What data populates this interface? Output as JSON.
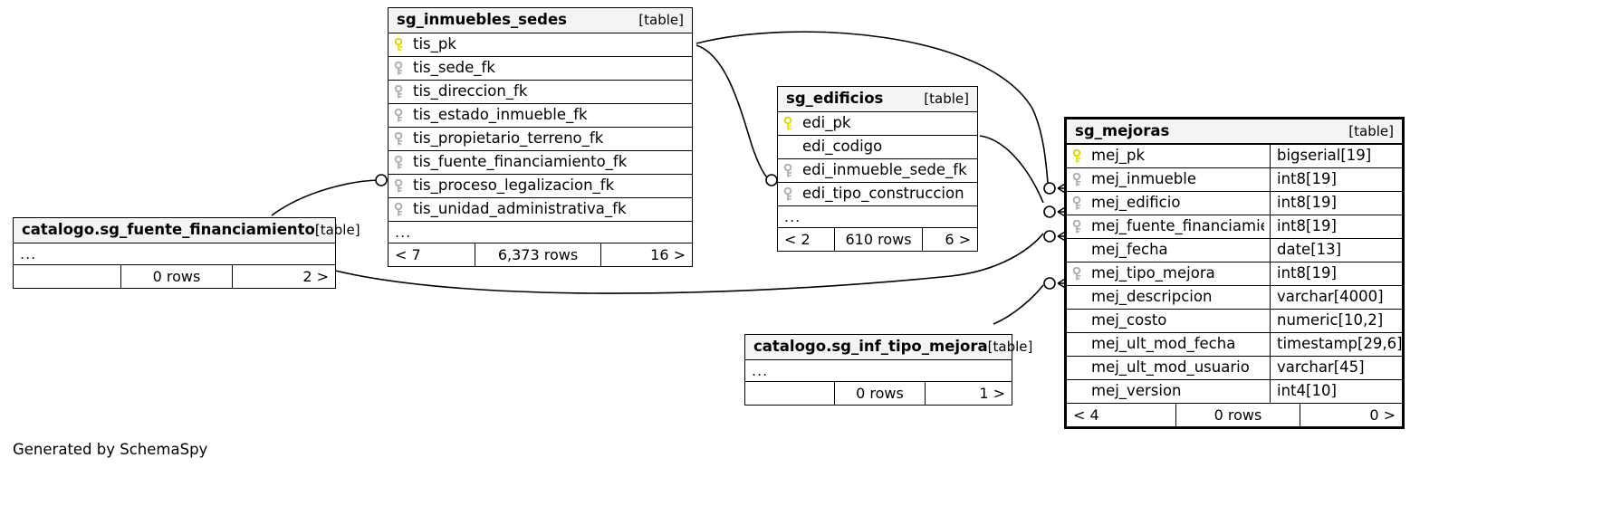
{
  "diagram": {
    "generator_credit": "Generated by SchemaSpy",
    "table_tag": "[table]",
    "ellipsis": "...",
    "colors": {
      "primary_key_icon": "#e6e600",
      "foreign_key_icon": "#b0b0b0",
      "header_background": "#f2f2f2",
      "border": "#000000",
      "canvas": "#ffffff"
    }
  },
  "tables": [
    {
      "id": "sg_inmuebles_sedes",
      "name": "sg_inmuebles_sedes",
      "tag": "[table]",
      "columns": [
        {
          "name": "tis_pk",
          "key": "pk",
          "type": ""
        },
        {
          "name": "tis_sede_fk",
          "key": "fk",
          "type": ""
        },
        {
          "name": "tis_direccion_fk",
          "key": "fk",
          "type": ""
        },
        {
          "name": "tis_estado_inmueble_fk",
          "key": "fk",
          "type": ""
        },
        {
          "name": "tis_propietario_terreno_fk",
          "key": "fk",
          "type": ""
        },
        {
          "name": "tis_fuente_financiamiento_fk",
          "key": "fk",
          "type": ""
        },
        {
          "name": "tis_proceso_legalizacion_fk",
          "key": "fk",
          "type": ""
        },
        {
          "name": "tis_unidad_administrativa_fk",
          "key": "fk",
          "type": ""
        }
      ],
      "has_more": true,
      "footer": {
        "left": "< 7",
        "middle": "6,373 rows",
        "right": "16 >"
      }
    },
    {
      "id": "sg_edificios",
      "name": "sg_edificios",
      "tag": "[table]",
      "columns": [
        {
          "name": "edi_pk",
          "key": "pk",
          "type": ""
        },
        {
          "name": "edi_codigo",
          "key": "none",
          "type": ""
        },
        {
          "name": "edi_inmueble_sede_fk",
          "key": "fk",
          "type": ""
        },
        {
          "name": "edi_tipo_construccion",
          "key": "fk",
          "type": ""
        }
      ],
      "has_more": true,
      "footer": {
        "left": "< 2",
        "middle": "610 rows",
        "right": "6 >"
      }
    },
    {
      "id": "sg_mejoras",
      "name": "sg_mejoras",
      "tag": "[table]",
      "columns": [
        {
          "name": "mej_pk",
          "key": "pk",
          "type": "bigserial[19]"
        },
        {
          "name": "mej_inmueble",
          "key": "fk",
          "type": "int8[19]"
        },
        {
          "name": "mej_edificio",
          "key": "fk",
          "type": "int8[19]"
        },
        {
          "name": "mej_fuente_financiamiento",
          "key": "fk",
          "type": "int8[19]"
        },
        {
          "name": "mej_fecha",
          "key": "none",
          "type": "date[13]"
        },
        {
          "name": "mej_tipo_mejora",
          "key": "fk",
          "type": "int8[19]"
        },
        {
          "name": "mej_descripcion",
          "key": "none",
          "type": "varchar[4000]"
        },
        {
          "name": "mej_costo",
          "key": "none",
          "type": "numeric[10,2]"
        },
        {
          "name": "mej_ult_mod_fecha",
          "key": "none",
          "type": "timestamp[29,6]"
        },
        {
          "name": "mej_ult_mod_usuario",
          "key": "none",
          "type": "varchar[45]"
        },
        {
          "name": "mej_version",
          "key": "none",
          "type": "int4[10]"
        }
      ],
      "has_more": false,
      "footer": {
        "left": "< 4",
        "middle": "0 rows",
        "right": "0 >"
      }
    },
    {
      "id": "catalogo_sg_fuente_financiamiento",
      "name": "catalogo.sg_fuente_financiamiento",
      "tag": "[table]",
      "columns": [],
      "has_more": true,
      "footer": {
        "left": "",
        "middle": "0 rows",
        "right": "2 >"
      }
    },
    {
      "id": "catalogo_sg_inf_tipo_mejora",
      "name": "catalogo.sg_inf_tipo_mejora",
      "tag": "[table]",
      "columns": [],
      "has_more": true,
      "footer": {
        "left": "",
        "middle": "0 rows",
        "right": "1 >"
      }
    }
  ],
  "relationships": [
    {
      "from": "catalogo_sg_fuente_financiamiento",
      "to": "sg_inmuebles_sedes.tis_fuente_financiamiento_fk"
    },
    {
      "from": "sg_inmuebles_sedes.tis_pk",
      "to": "sg_edificios.edi_inmueble_sede_fk"
    },
    {
      "from": "sg_inmuebles_sedes.tis_pk",
      "to": "sg_mejoras.mej_inmueble"
    },
    {
      "from": "sg_edificios.edi_pk",
      "to": "sg_mejoras.mej_edificio"
    },
    {
      "from": "catalogo_sg_fuente_financiamiento",
      "to": "sg_mejoras.mej_fuente_financiamiento"
    },
    {
      "from": "catalogo_sg_inf_tipo_mejora",
      "to": "sg_mejoras.mej_tipo_mejora"
    }
  ]
}
